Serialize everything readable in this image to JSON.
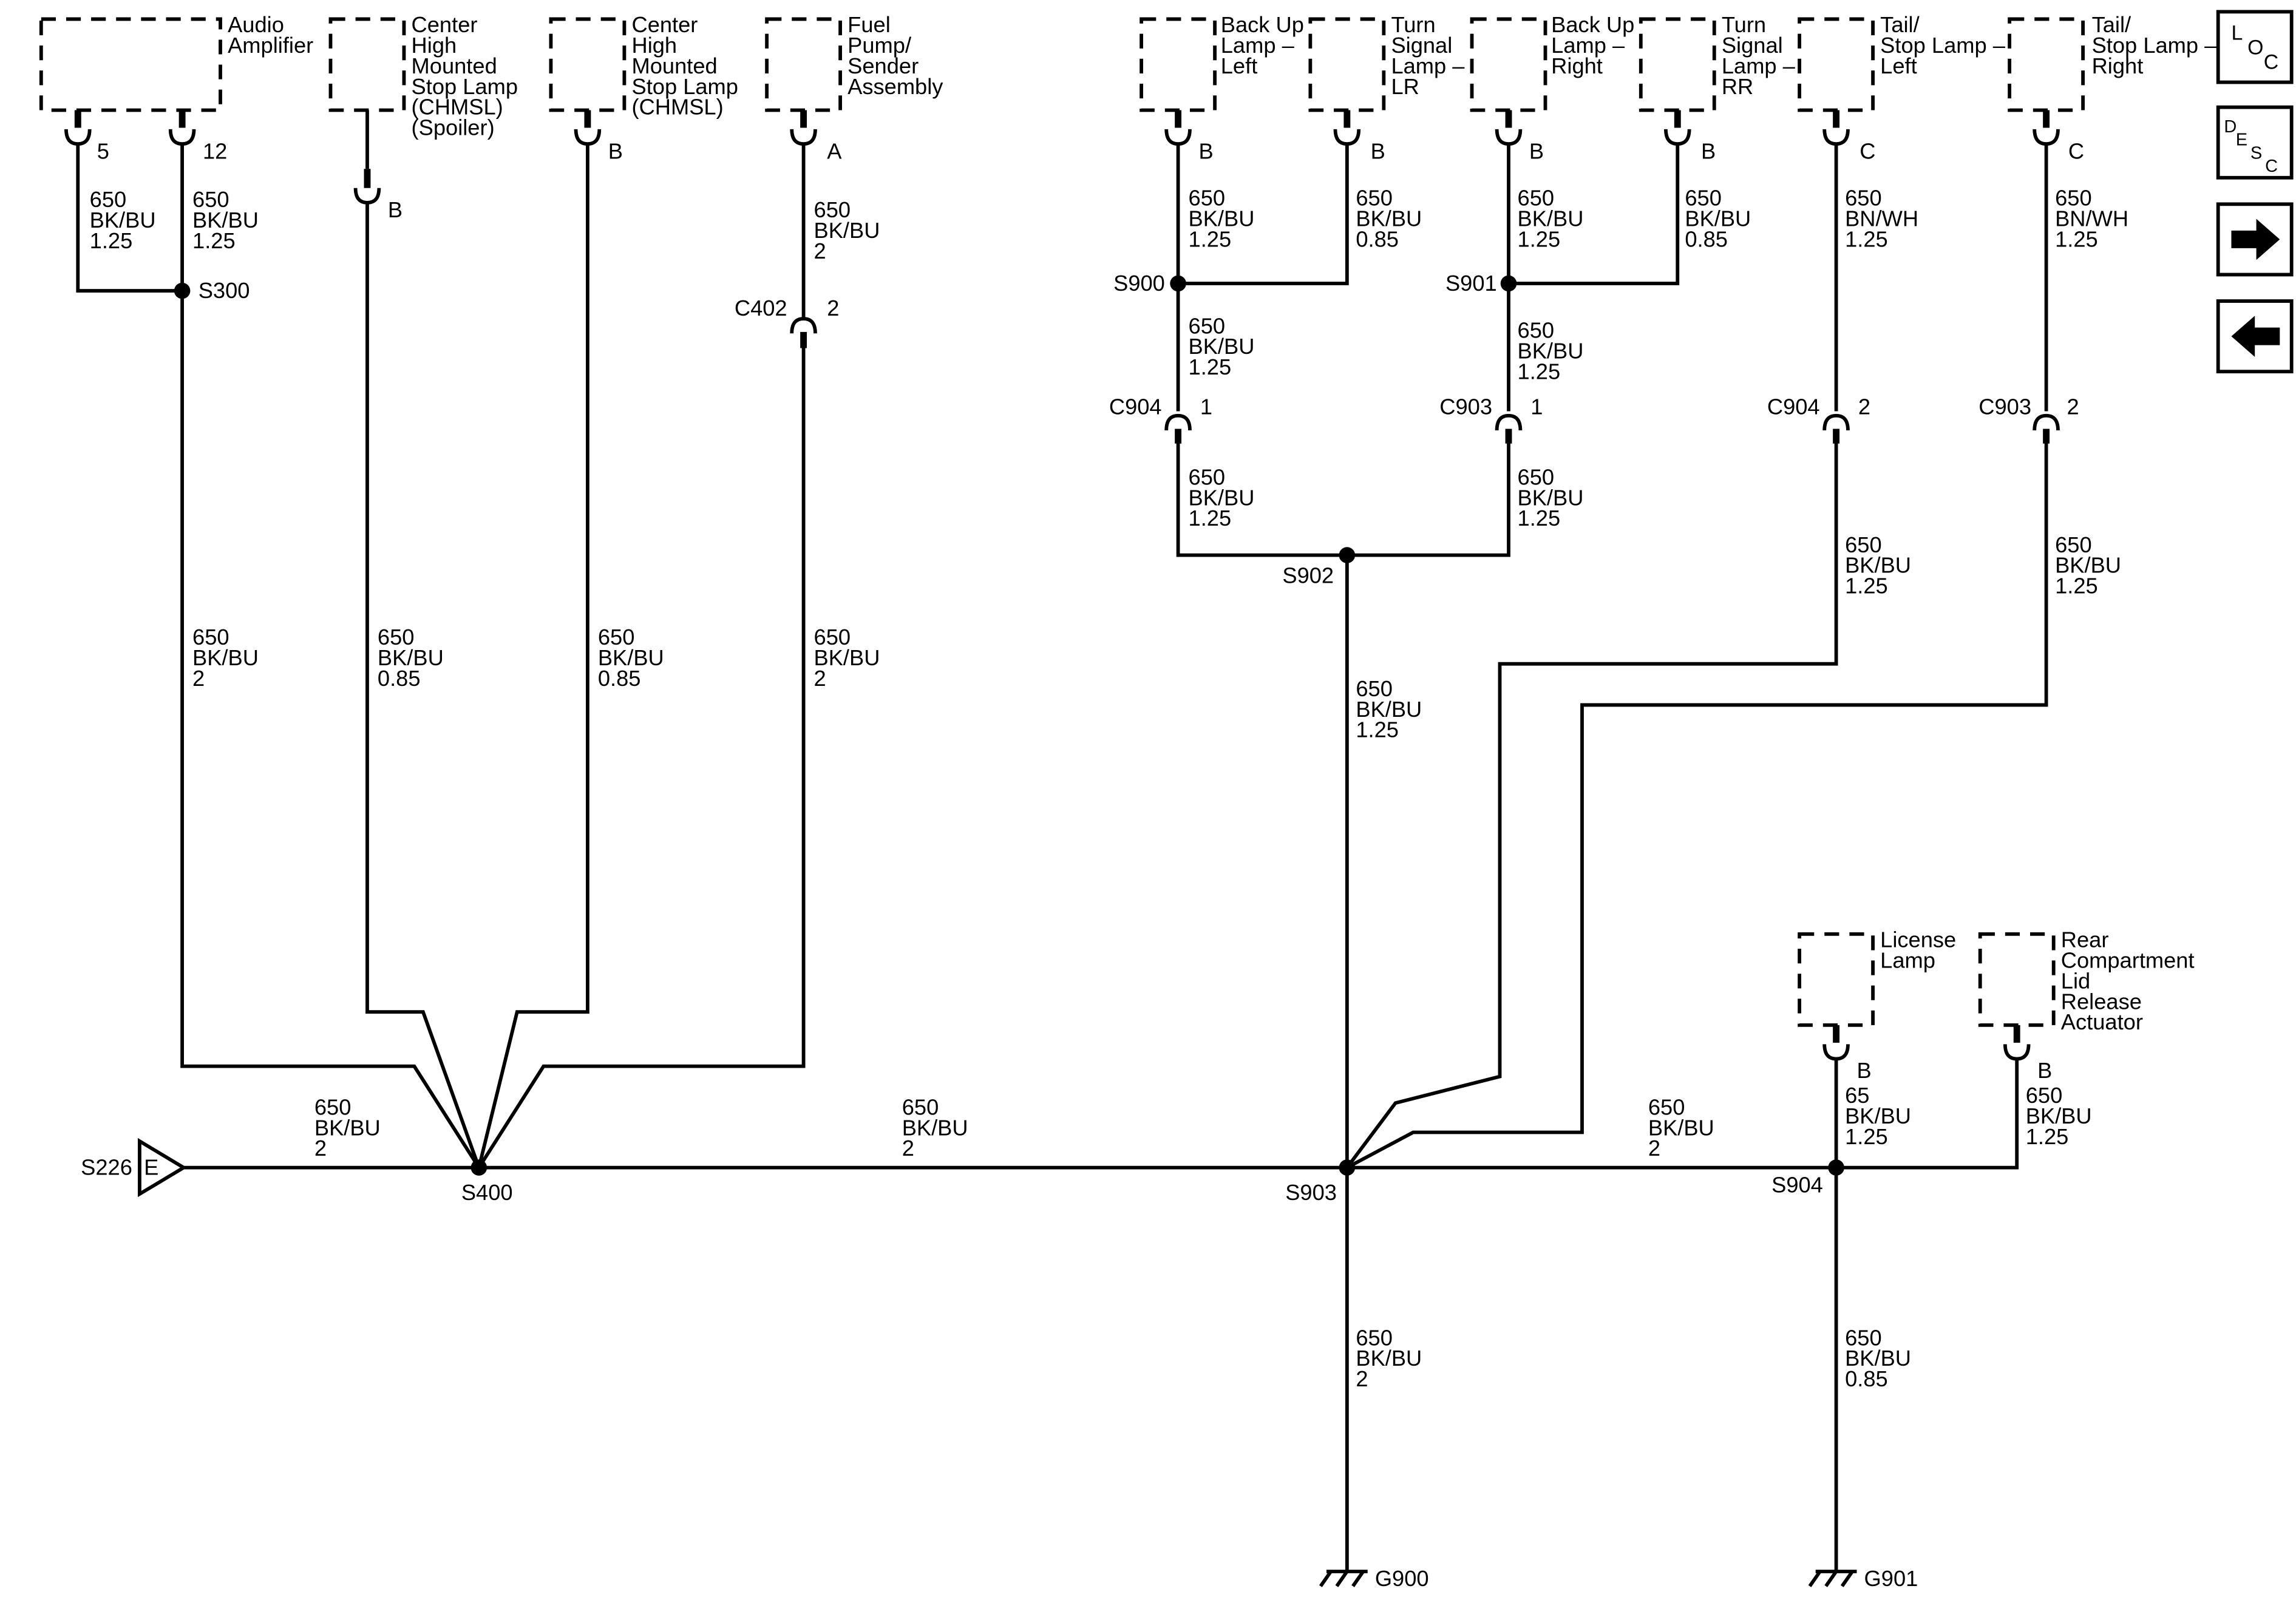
{
  "components": {
    "audio_amplifier": [
      "Audio",
      "Amplifier"
    ],
    "chmsl_spoiler": [
      "Center",
      "High",
      "Mounted",
      "Stop Lamp",
      "(CHMSL)",
      "(Spoiler)"
    ],
    "chmsl": [
      "Center",
      "High",
      "Mounted",
      "Stop Lamp",
      "(CHMSL)"
    ],
    "fuel_pump": [
      "Fuel",
      "Pump/",
      "Sender",
      "Assembly"
    ],
    "backup_left": [
      "Back Up",
      "Lamp –",
      "Left"
    ],
    "turn_lr": [
      "Turn",
      "Signal",
      "Lamp –",
      "LR"
    ],
    "backup_right": [
      "Back Up",
      "Lamp –",
      "Right"
    ],
    "turn_rr": [
      "Turn",
      "Signal",
      "Lamp –",
      "RR"
    ],
    "tail_left": [
      "Tail/",
      "Stop Lamp –",
      "Left"
    ],
    "tail_right": [
      "Tail/",
      "Stop Lamp –",
      "Right"
    ],
    "license_lamp": [
      "License",
      "Lamp"
    ],
    "rear_lid": [
      "Rear",
      "Compartment",
      "Lid",
      "Release",
      "Actuator"
    ]
  },
  "pins": {
    "amp_5": "5",
    "amp_12": "12",
    "chmsl_spoiler": "B",
    "chmsl": "B",
    "fuel_pump": "A",
    "backup_left": "B",
    "turn_lr": "B",
    "backup_right": "B",
    "turn_rr": "B",
    "tail_left": "C",
    "tail_right": "C",
    "license_lamp": "B",
    "rear_lid": "B"
  },
  "connectors": {
    "c402": {
      "name": "C402",
      "pin": "2"
    },
    "c904_a": {
      "name": "C904",
      "pin": "1"
    },
    "c903_a": {
      "name": "C903",
      "pin": "1"
    },
    "c904_b": {
      "name": "C904",
      "pin": "2"
    },
    "c903_b": {
      "name": "C903",
      "pin": "2"
    }
  },
  "splices": {
    "s300": "S300",
    "s400": "S400",
    "s900": "S900",
    "s901": "S901",
    "s902": "S902",
    "s903": "S903",
    "s904": "S904",
    "s226": "S226",
    "s226_symbol": "E"
  },
  "grounds": {
    "g900": "G900",
    "g901": "G901"
  },
  "wires": {
    "amp5": [
      "650",
      "BK/BU",
      "1.25"
    ],
    "amp12": [
      "650",
      "BK/BU",
      "1.25"
    ],
    "s300_down": [
      "650",
      "BK/BU",
      "2"
    ],
    "chmsl_spoiler": [
      "650",
      "BK/BU",
      "0.85"
    ],
    "chmsl": [
      "650",
      "BK/BU",
      "0.85"
    ],
    "fuel_upper": [
      "650",
      "BK/BU",
      "2"
    ],
    "fuel_lower": [
      "650",
      "BK/BU",
      "2"
    ],
    "s226_s400": [
      "650",
      "BK/BU",
      "2"
    ],
    "s400_s903": [
      "650",
      "BK/BU",
      "2"
    ],
    "backup_left": [
      "650",
      "BK/BU",
      "1.25"
    ],
    "turn_lr": [
      "650",
      "BK/BU",
      "0.85"
    ],
    "backup_right": [
      "650",
      "BK/BU",
      "1.25"
    ],
    "turn_rr": [
      "650",
      "BK/BU",
      "0.85"
    ],
    "s900_c904": [
      "650",
      "BK/BU",
      "1.25"
    ],
    "s901_c903": [
      "650",
      "BK/BU",
      "1.25"
    ],
    "c904_s902": [
      "650",
      "BK/BU",
      "1.25"
    ],
    "c903_s902": [
      "650",
      "BK/BU",
      "1.25"
    ],
    "s902_s903": [
      "650",
      "BK/BU",
      "1.25"
    ],
    "tail_left": [
      "650",
      "BN/WH",
      "1.25"
    ],
    "tail_right": [
      "650",
      "BN/WH",
      "1.25"
    ],
    "c904b_down": [
      "650",
      "BK/BU",
      "1.25"
    ],
    "c903b_down": [
      "650",
      "BK/BU",
      "1.25"
    ],
    "s903_s904": [
      "650",
      "BK/BU",
      "2"
    ],
    "license": [
      "65",
      "BK/BU",
      "1.25"
    ],
    "rear_lid": [
      "650",
      "BK/BU",
      "1.25"
    ],
    "s903_g900": [
      "650",
      "BK/BU",
      "2"
    ],
    "s904_g901": [
      "650",
      "BK/BU",
      "0.85"
    ]
  },
  "nav": {
    "loc": {
      "l": "L",
      "o": "O",
      "c": "C"
    },
    "desc": {
      "d": "D",
      "e": "E",
      "s": "S",
      "c": "C"
    },
    "forward_icon": "right-arrow-icon",
    "back_icon": "left-arrow-icon"
  }
}
